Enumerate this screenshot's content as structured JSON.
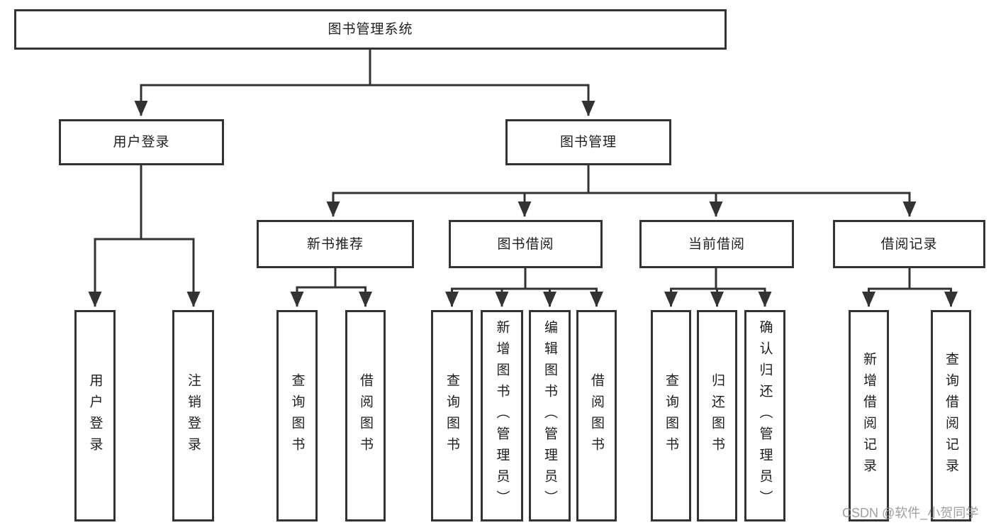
{
  "diagram": {
    "title": "图书管理系统",
    "colors": {
      "line": "#333333",
      "box_border": "#333333",
      "text": "#1e1e1e",
      "background": "#ffffff",
      "watermark": "#949494"
    }
  },
  "tree": {
    "label": "图书管理系统",
    "children": [
      {
        "label": "用户登录",
        "children": [
          {
            "label": "用户登录"
          },
          {
            "label": "注销登录"
          }
        ]
      },
      {
        "label": "图书管理",
        "children": [
          {
            "label": "新书推荐",
            "children": [
              {
                "label": "查询图书"
              },
              {
                "label": "借阅图书"
              }
            ]
          },
          {
            "label": "图书借阅",
            "children": [
              {
                "label": "查询图书"
              },
              {
                "label": "新增图书（管理员）"
              },
              {
                "label": "编辑图书（管理员）"
              },
              {
                "label": "借阅图书"
              }
            ]
          },
          {
            "label": "当前借阅",
            "children": [
              {
                "label": "查询图书"
              },
              {
                "label": "归还图书"
              },
              {
                "label": "确认归还（管理员）"
              }
            ]
          },
          {
            "label": "借阅记录",
            "children": [
              {
                "label": "新增借阅记录"
              },
              {
                "label": "查询借阅记录"
              }
            ]
          }
        ]
      }
    ]
  },
  "watermark": {
    "text": "CSDN @软件_小贺同学"
  }
}
